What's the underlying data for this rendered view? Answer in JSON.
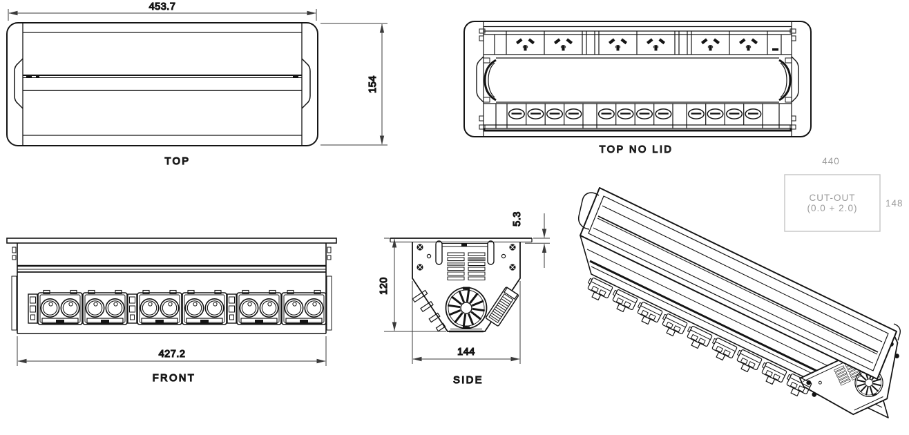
{
  "page": {
    "background": "#ffffff"
  },
  "colors": {
    "line": "#141414",
    "dimension": "#3a3a3a",
    "label": "#9b9b9b",
    "cutout_border": "#c9c9c9"
  },
  "views": {
    "top": {
      "label": "TOP",
      "dim_width": "453.7",
      "dim_height": "154"
    },
    "top_no_lid": {
      "label": "TOP NO LID"
    },
    "front": {
      "label": "FRONT",
      "dim_width": "427.2"
    },
    "side": {
      "label": "SIDE",
      "dim_height": "120",
      "dim_width": "144",
      "dim_flange": "5.3"
    },
    "cutout": {
      "title": "CUT-OUT",
      "tolerance": "(0.0 + 2.0)",
      "dim_width": "440",
      "dim_height": "148"
    }
  }
}
